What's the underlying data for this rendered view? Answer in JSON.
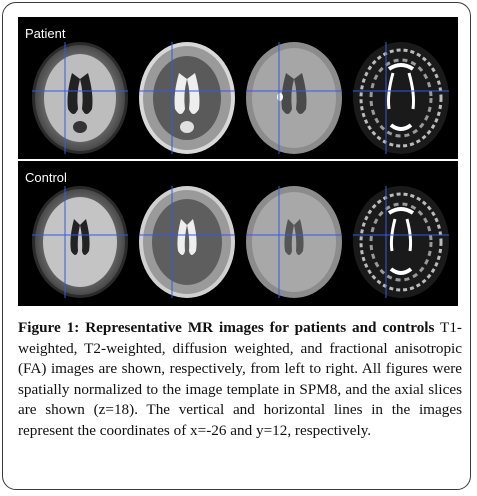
{
  "panels": [
    {
      "label": "Patient"
    },
    {
      "label": "Control"
    }
  ],
  "caption": {
    "title": "Figure 1: Representative MR images for patients and controls",
    "body": " T1-weighted, T2-weighted, diffusion weighted, and fractional anisotropic (FA) images are shown, respectively, from left to right. All figures were spatially normalized to the image template in SPM8, and the axial slices are shown (z=18). The vertical and horizontal lines in the images represent the coordinates of x=-26 and y=12, respectively."
  }
}
